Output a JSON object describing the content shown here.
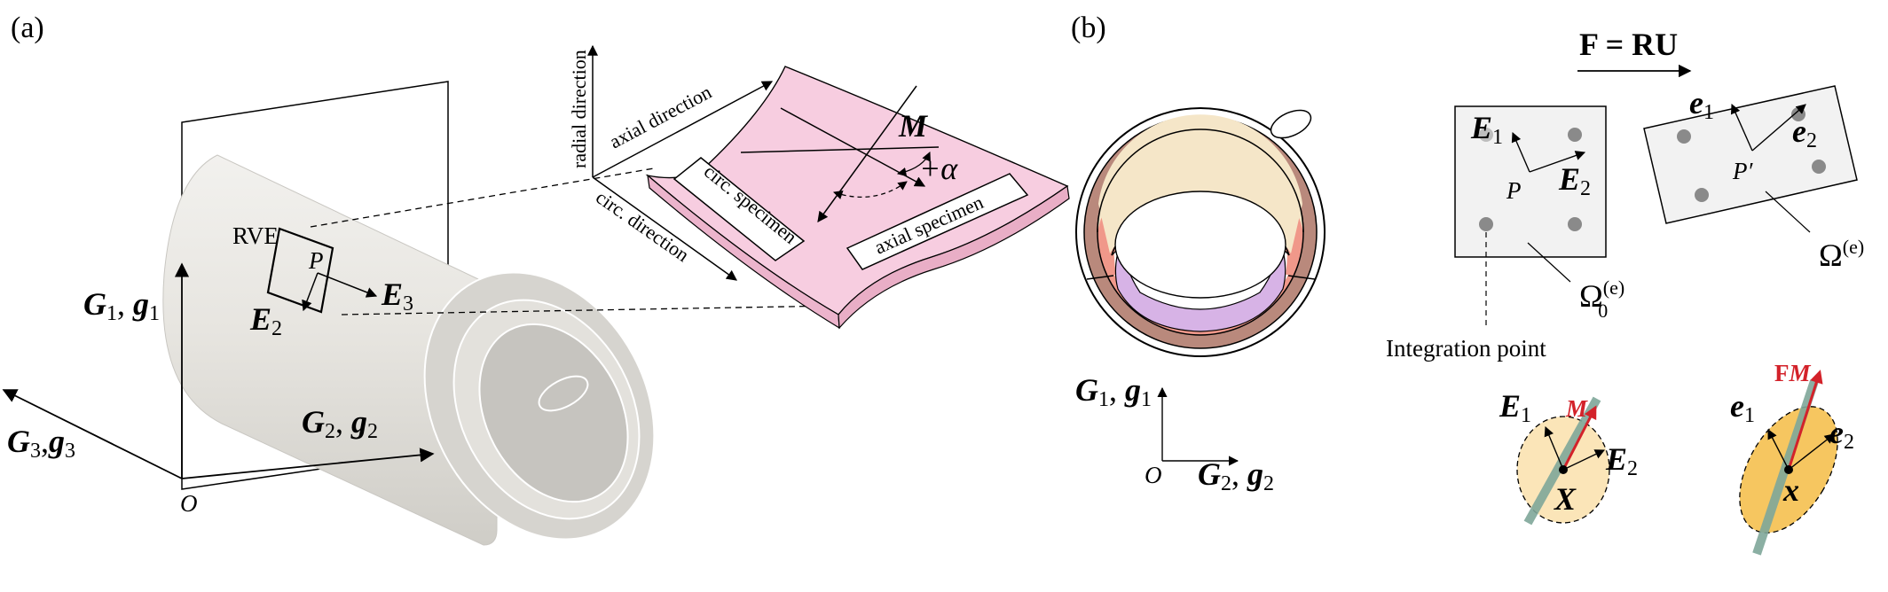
{
  "panels": [
    {
      "id": "a",
      "label": "(a)"
    },
    {
      "id": "b",
      "label": "(b)"
    }
  ],
  "panel_a": {
    "rve": "RVE",
    "point": "P",
    "e2": "E",
    "e2_sub": "2",
    "e3": "E",
    "e3_sub": "3",
    "g1": {
      "G": "G",
      "Gsub": "1",
      "g": "g",
      "gsub": "1"
    },
    "g2": {
      "G": "G",
      "Gsub": "2",
      "g": "g",
      "gsub": "2"
    },
    "g3": {
      "G": "G",
      "Gsub": "3",
      "g": "g",
      "gsub": "3"
    },
    "origin": "O",
    "radial_direction": "radial direction",
    "axial_direction": "axial direction",
    "circ_direction": "circ. direction",
    "circ_specimen": "circ. specimen",
    "axial_specimen": "axial specimen",
    "fiber": "M",
    "angle": "+α"
  },
  "panel_b": {
    "decomposition": "F = RU",
    "ref_E1": "E",
    "ref_E1_sub": "1",
    "ref_E2": "E",
    "ref_E2_sub": "2",
    "ref_P": "P",
    "ref_omega": "Ω",
    "ref_omega_sub": "0",
    "ref_omega_sup": "(e)",
    "cur_e1": "e",
    "cur_e1_sub": "1",
    "cur_e2": "e",
    "cur_e2_sub": "2",
    "cur_P": "P′",
    "cur_omega": "Ω",
    "cur_omega_sup": "(e)",
    "integration_point": "Integration point",
    "g1": {
      "G": "G",
      "Gsub": "1",
      "g": "g",
      "gsub": "1"
    },
    "g2": {
      "G": "G",
      "Gsub": "2",
      "g": "g",
      "gsub": "2"
    },
    "origin": "O",
    "ell_ref": {
      "E1": "E",
      "E1_sub": "1",
      "E2": "E",
      "E2_sub": "2",
      "M": "M",
      "X": "X"
    },
    "ell_cur": {
      "e1": "e",
      "e1_sub": "1",
      "e2": "e",
      "e2_sub": "2",
      "FM_F": "F",
      "FM_M": "M",
      "x": "x"
    }
  },
  "colors": {
    "pink_sheet": "#f7cde0",
    "cylinder": "#e8e6e1",
    "artery_adventitia": "#b9897c",
    "artery_media": "#f5e6c8",
    "artery_intima": "#f0988a",
    "lumen_lining": "#d7b3e6",
    "ref_ellipse": "#fbe5b8",
    "cur_ellipse": "#f6c660",
    "fiber_red": "#d3222a",
    "fiber_green": "#7fa79a"
  }
}
